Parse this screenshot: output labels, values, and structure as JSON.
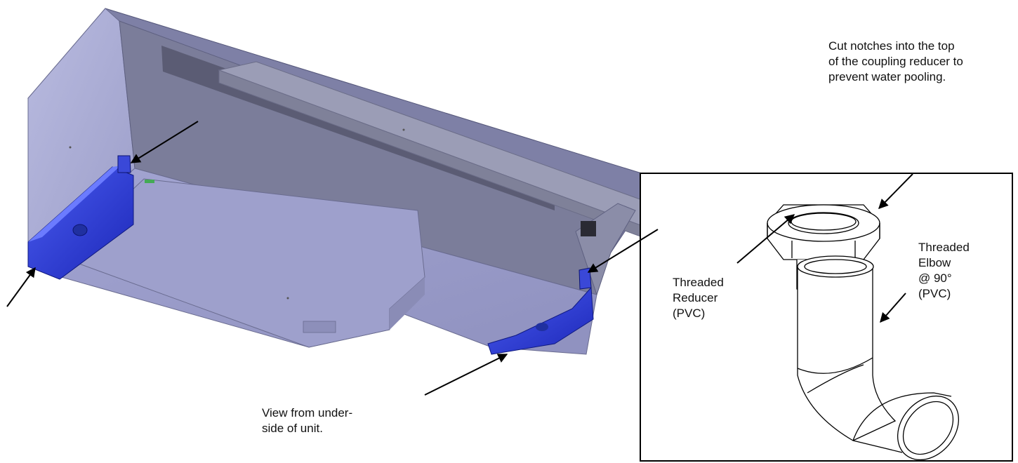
{
  "labels": {
    "notch_note": "Cut notches into the top\nof the coupling reducer to\nprevent water pooling.",
    "reducer": "Threaded\nReducer\n(PVC)",
    "elbow": "Threaded\nElbow\n@ 90°\n(PVC)",
    "view_note": "View from under-\nside of unit."
  },
  "colors": {
    "housing": "#a9abd6",
    "housing_dark": "#6e7094",
    "bracket": "#2233d8",
    "rail": "#8c8ea8",
    "arrow": "#000000",
    "outline": "#000000"
  }
}
